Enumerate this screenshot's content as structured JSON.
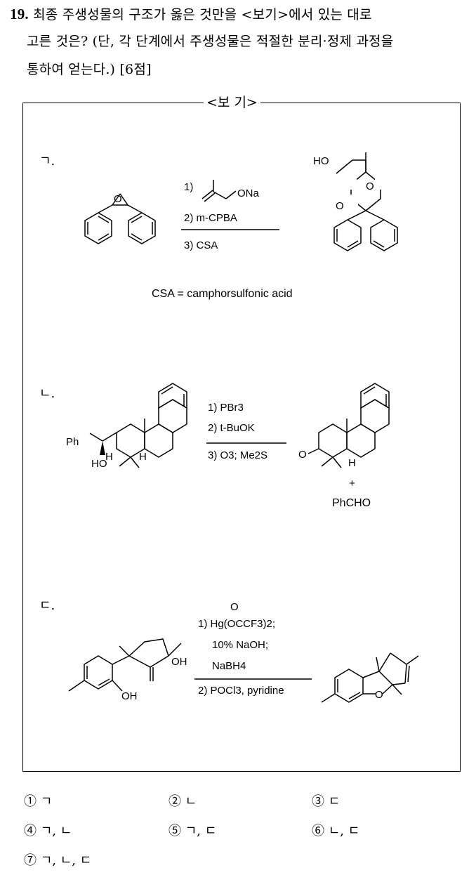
{
  "question": {
    "number": "19.",
    "line1": "최종 주생성물의 구조가 옳은 것만을 <보기>에서 있는 대로",
    "line2": "고른 것은? (단, 각 단계에서 주생성물은 적절한 분리·정제 과정을",
    "line3": "통하여 얻는다.) [6점]"
  },
  "box_label": "<보 기>",
  "items": [
    {
      "label": "ㄱ.",
      "reagents": [
        "1)",
        "ONa",
        "2) m-CPBA",
        "3) CSA"
      ],
      "note": "CSA = camphorsulfonic acid",
      "atoms": [
        "O",
        "HO",
        "O",
        "O"
      ]
    },
    {
      "label": "ㄴ.",
      "reagents": [
        "1) PBr3",
        "2) t-BuOK",
        "3) O3; Me2S"
      ],
      "atoms": [
        "Ph",
        "HO",
        "H",
        "H",
        "O",
        "H"
      ],
      "plus": "+",
      "byproduct": "PhCHO"
    },
    {
      "label": "ㄷ.",
      "reagents": [
        "O",
        "1) Hg(OCCF3)2;",
        "10% NaOH;",
        "NaBH4",
        "2) POCl3, pyridine"
      ],
      "atoms": [
        "OH",
        "OH",
        "O"
      ]
    }
  ],
  "choices": [
    "① ㄱ",
    "② ㄴ",
    "③ ㄷ",
    "④ ㄱ, ㄴ",
    "⑤ ㄱ, ㄷ",
    "⑥ ㄴ, ㄷ",
    "⑦ ㄱ, ㄴ, ㄷ"
  ]
}
